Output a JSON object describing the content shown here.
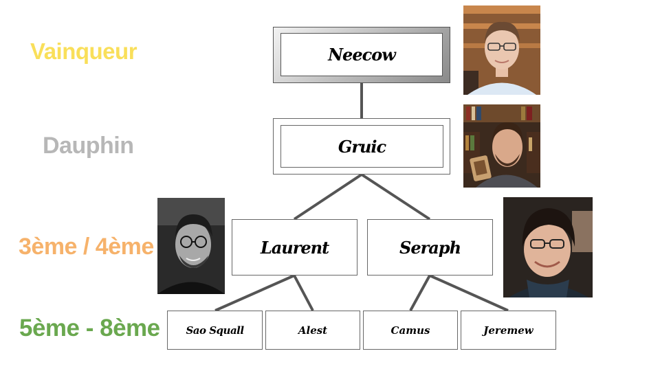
{
  "ranks": {
    "winner": "Vainqueur",
    "runner_up": "Dauphin",
    "third_fourth": "3ème / 4ème",
    "fifth_eighth": "5ème - 8ème"
  },
  "colors": {
    "winner": "#f9df5a",
    "runner_up": "#b7b7b7",
    "third_fourth": "#f6b26b",
    "fifth_eighth": "#6aa84f",
    "connector": "#555555"
  },
  "bracket": {
    "first": "Neecow",
    "second": "Gruic",
    "semis": [
      "Laurent",
      "Seraph"
    ],
    "quarters": [
      "Sao Squall",
      "Alest",
      "Camus",
      "Jeremew"
    ]
  },
  "photos": [
    "photo-neecow",
    "photo-gruic",
    "photo-laurent",
    "photo-seraph"
  ]
}
